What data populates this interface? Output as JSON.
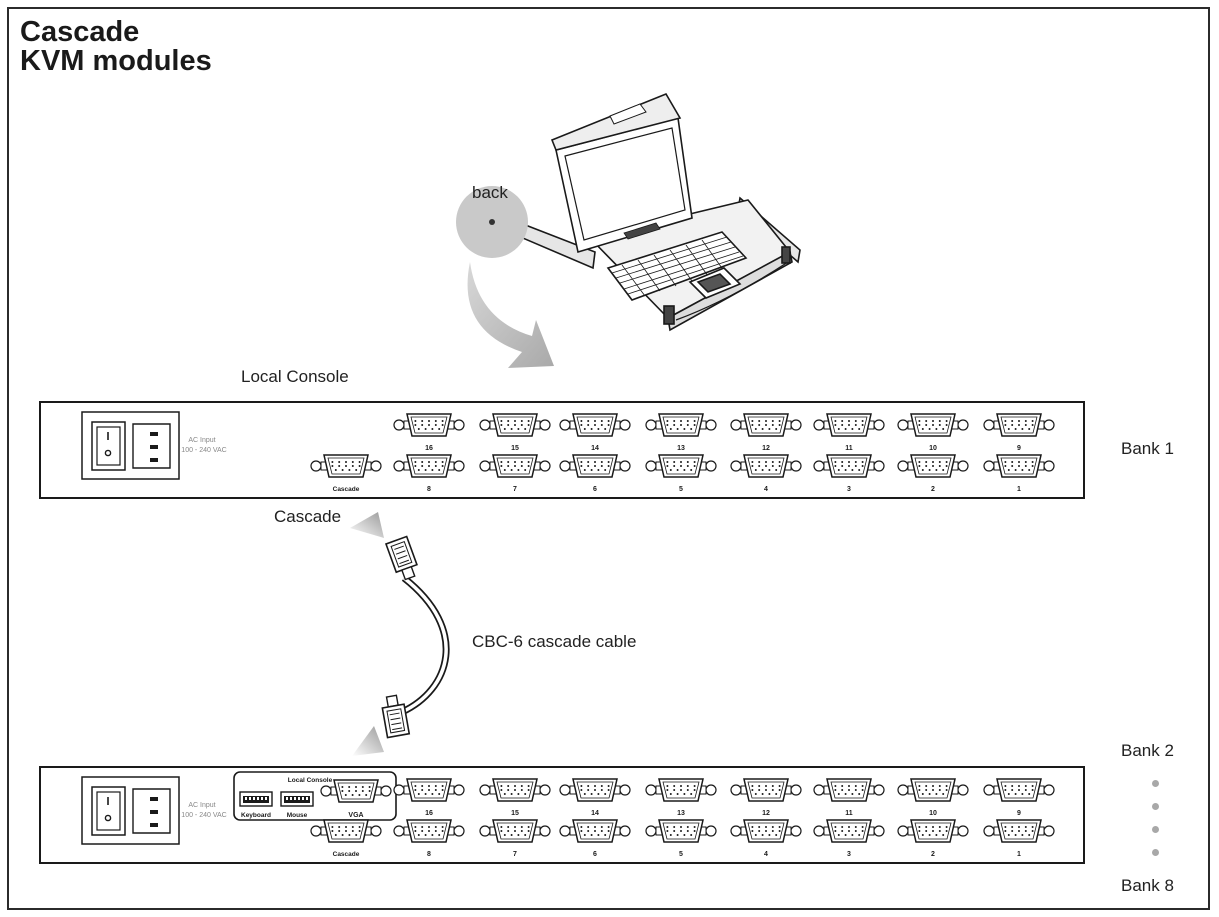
{
  "title": {
    "line1": "Cascade",
    "line2": "KVM modules"
  },
  "labels": {
    "back": "back",
    "local_console": "Local Console",
    "cascade": "Cascade",
    "cable": "CBC-6 cascade cable",
    "bank_top": "Bank 1",
    "bank_mid": "Bank 2",
    "bank_bottom": "Bank 8"
  },
  "panel": {
    "ac_line1": "AC Input",
    "ac_line2": "100 - 240 VAC",
    "cascade_port": "Cascade",
    "top_row_ports": [
      "16",
      "15",
      "14",
      "13",
      "12",
      "11",
      "10",
      "9"
    ],
    "bottom_row_ports": [
      "8",
      "7",
      "6",
      "5",
      "4",
      "3",
      "2",
      "1"
    ]
  },
  "console_panel": {
    "title": "Local Console",
    "keyboard": "Keyboard",
    "mouse": "Mouse",
    "vga": "VGA"
  },
  "colors": {
    "outline": "#1a1a1a",
    "arrow": "#b9b9b9",
    "dots": "#a8a8a8"
  }
}
